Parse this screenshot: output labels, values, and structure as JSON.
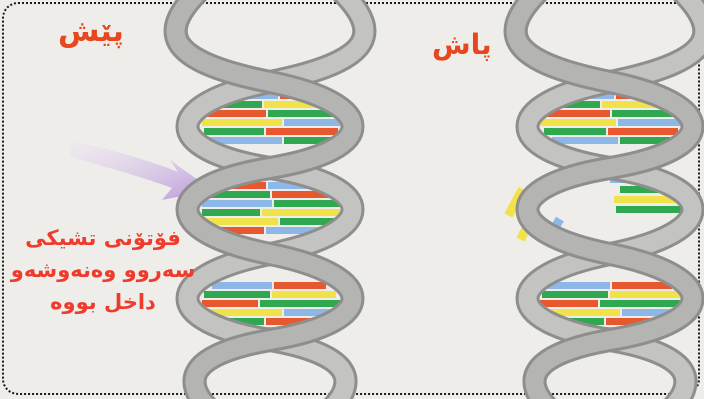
{
  "labels": {
    "before": "پێش",
    "after": "پاش"
  },
  "caption": {
    "line1": "فۆتۆنی تشیکی",
    "line2": "سەروو وەنەوشەو",
    "line3": "داخل بووە"
  },
  "colors": {
    "label_text": "#e8461e",
    "caption_text": "#ee3b2c",
    "backbone": "#b7b7b6",
    "backbone_edge": "#8e8e8c",
    "photon_arrow": "#cdb4e2",
    "base_red": "#e8582f",
    "base_yellow": "#f2e24a",
    "base_green": "#2fa84f",
    "base_blue": "#8cb7e6",
    "background": "#efedea"
  },
  "icons": {
    "photon_arrow": "arrow-right",
    "strand_left": "dna-double-helix",
    "strand_right": "dna-double-helix-damaged"
  }
}
